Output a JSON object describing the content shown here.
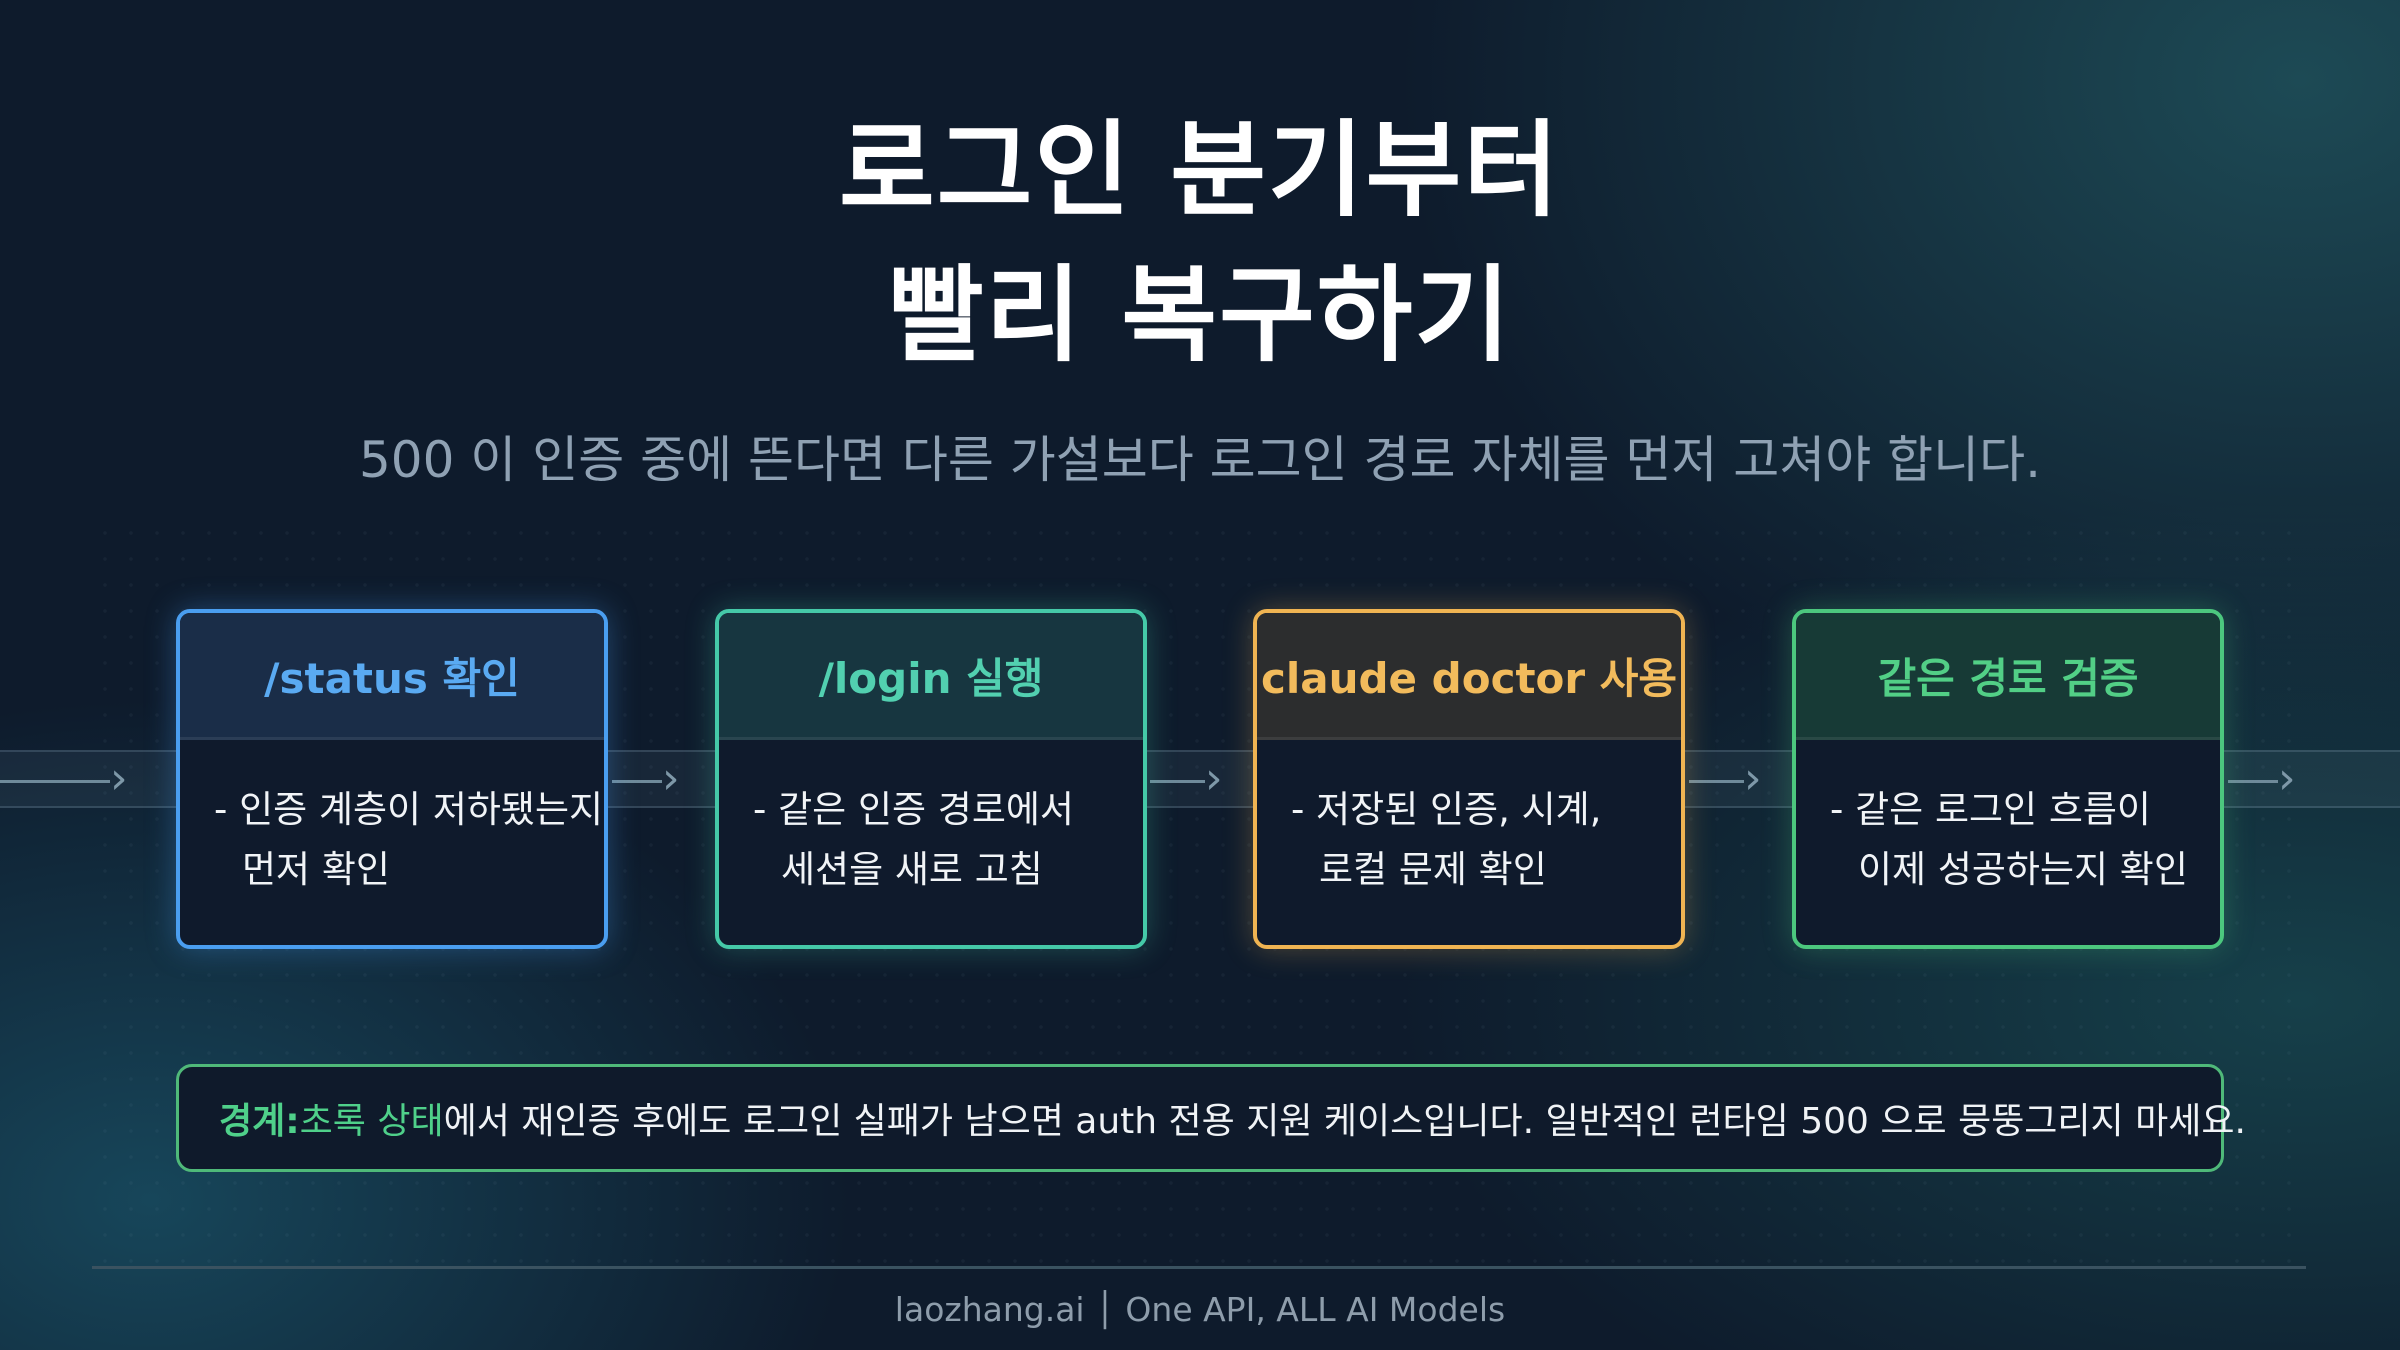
{
  "title": {
    "line1": "로그인 분기부터",
    "line2": "빨리 복구하기"
  },
  "subtitle": "500 이 인증 중에 뜬다면 다른 가설보다 로그인 경로 자체를 먼저 고쳐야 합니다.",
  "steps": [
    {
      "title": "/status 확인",
      "line1": "- 인증 계층이 저하됐는지",
      "line2": "먼저 확인",
      "color": "#4a9ef0"
    },
    {
      "title": "/login 실행",
      "line1": "- 같은 인증 경로에서",
      "line2": "세션을 새로 고침",
      "color": "#45c9a8"
    },
    {
      "title": "claude doctor 사용",
      "line1": "- 저장된 인증, 시계,",
      "line2": "로컬 문제 확인",
      "color": "#f0b452"
    },
    {
      "title": "같은 경로 검증",
      "line1": "- 같은 로그인 흐름이",
      "line2": "이제 성공하는지 확인",
      "color": "#4cc77e"
    }
  ],
  "callout": {
    "label": "경계:",
    "highlight": " 초록 상태",
    "text": "에서 재인증 후에도 로그인 실패가 남으면 auth 전용 지원 케이스입니다. 일반적인 런타임 500 으로 뭉뚱그리지 마세요."
  },
  "footer": "laozhang.ai │ One API, ALL AI Models"
}
